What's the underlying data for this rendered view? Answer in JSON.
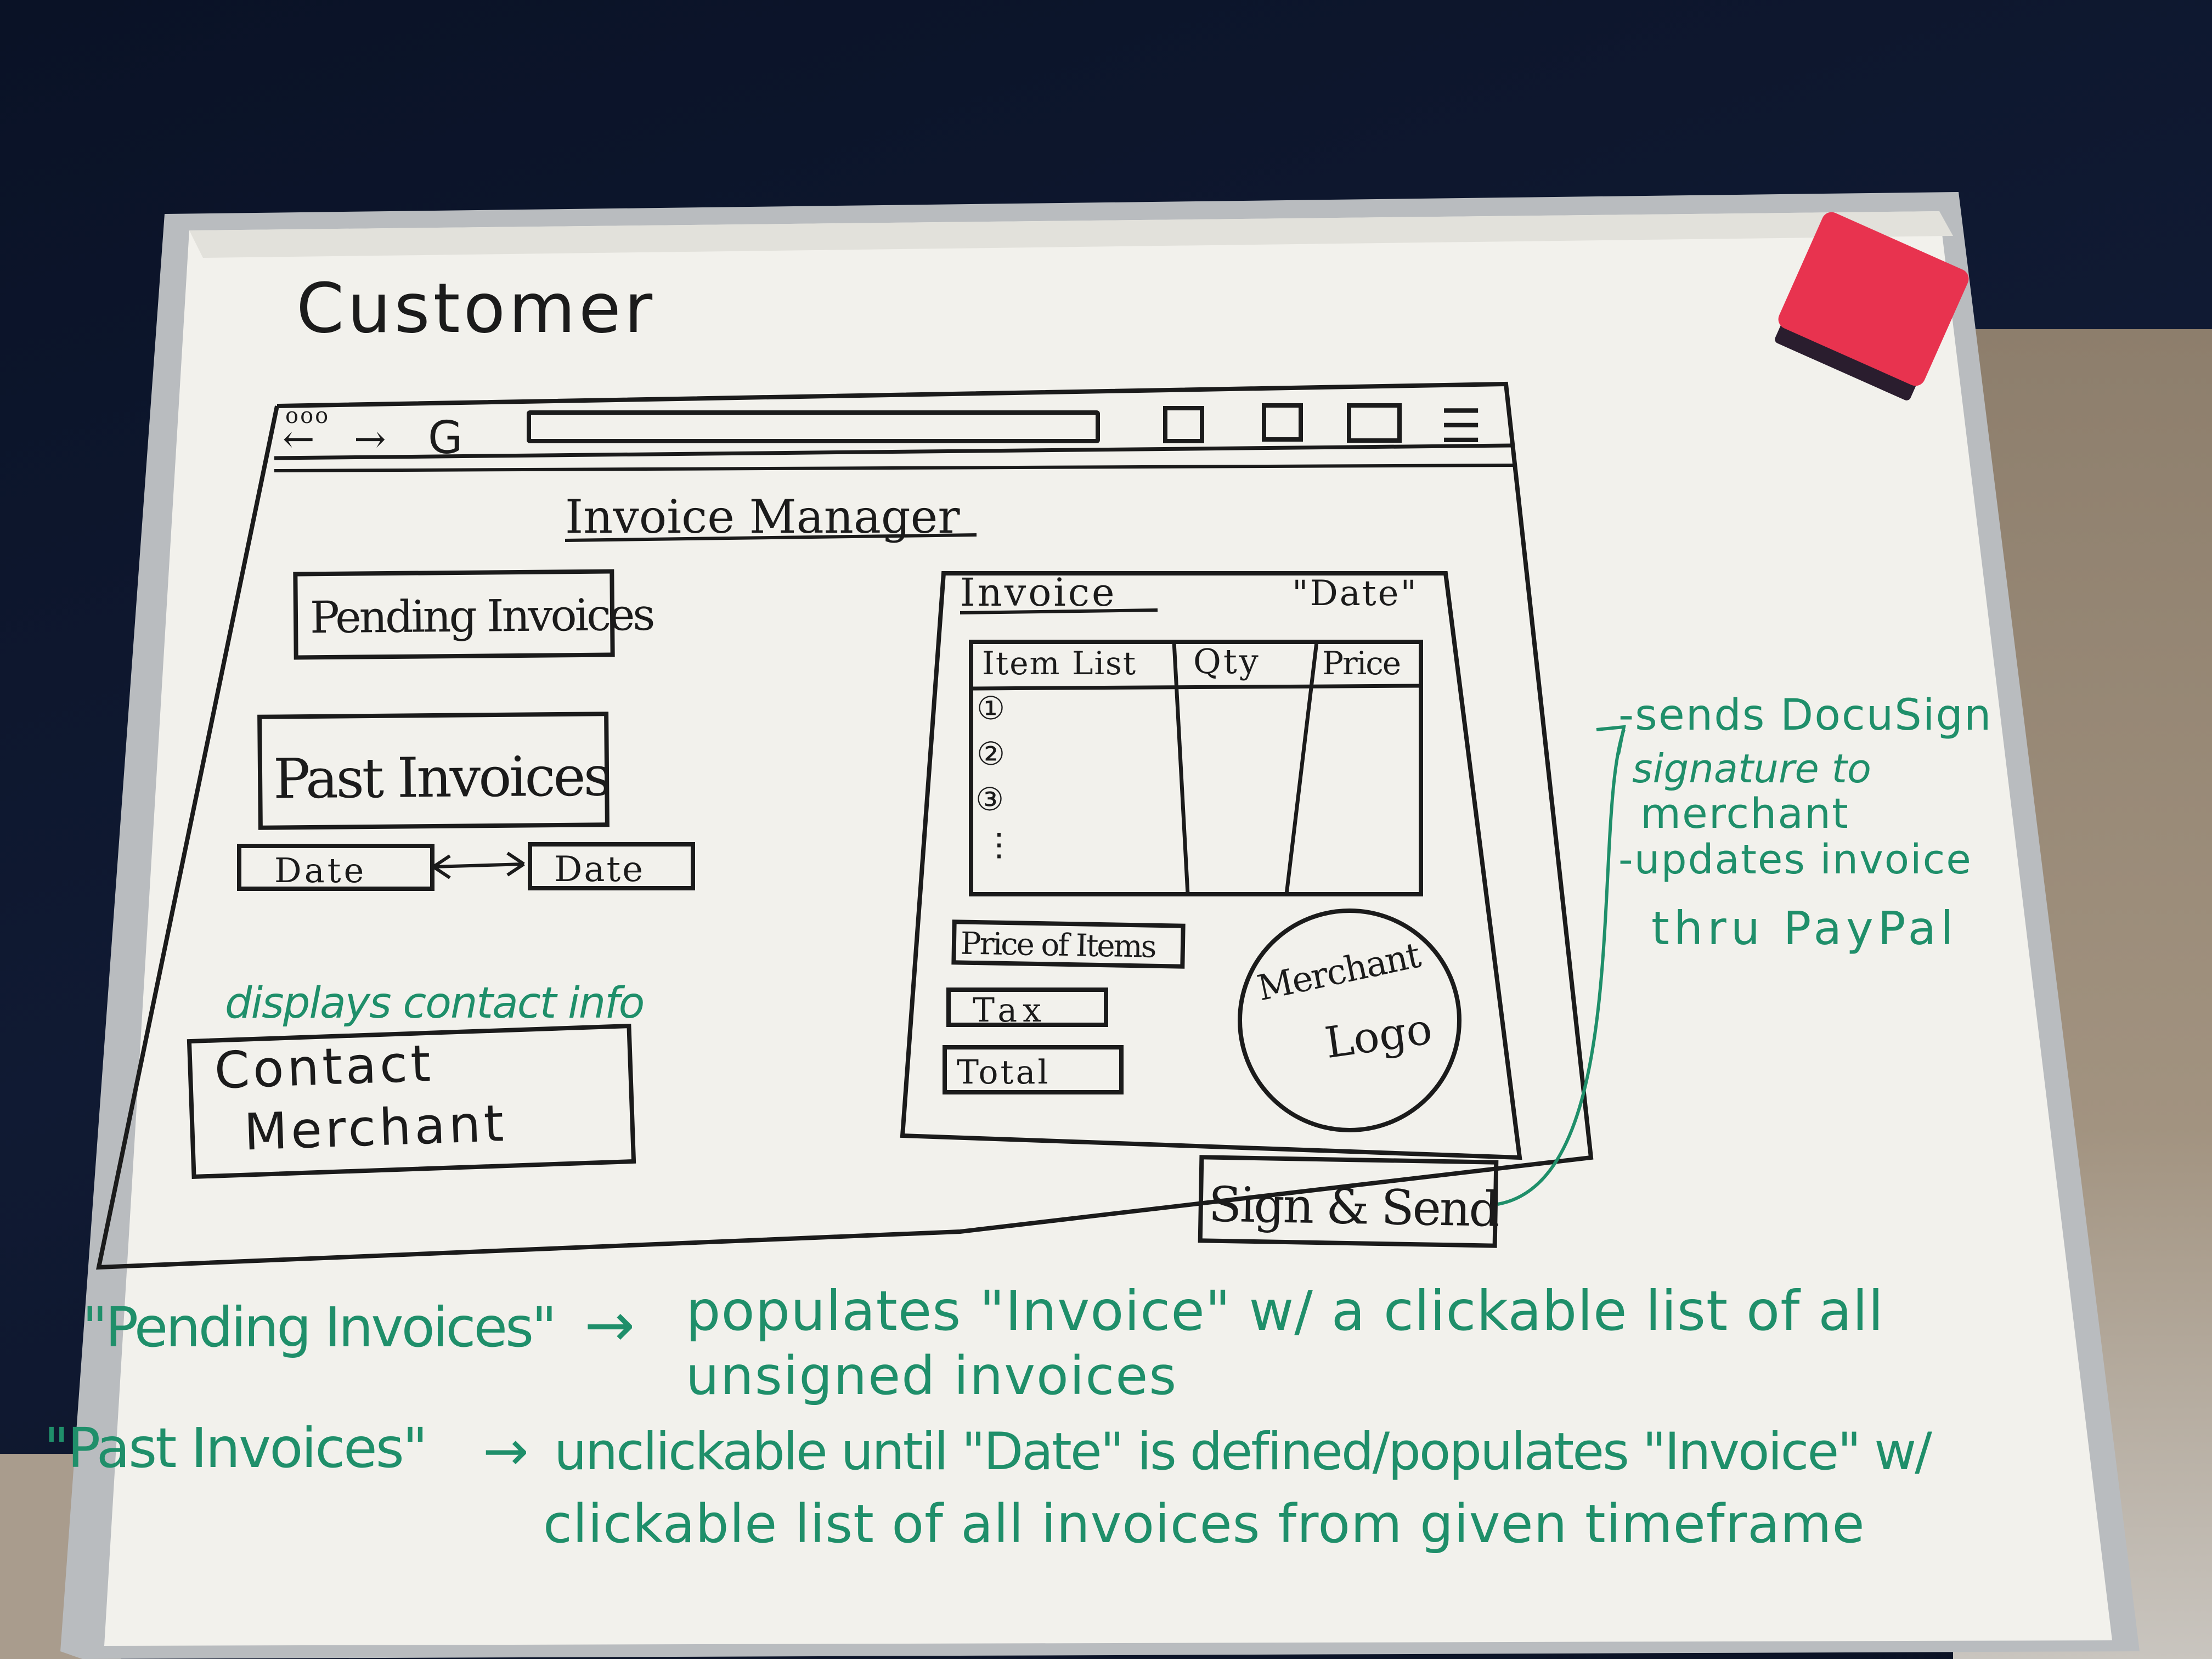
{
  "whiteboard": {
    "heading": "Customer"
  },
  "browser": {
    "window_dots": "ooo",
    "back_glyph": "←",
    "forward_glyph": "→",
    "reload_glyph": "G",
    "menu_glyph": "☰"
  },
  "app": {
    "title": "Invoice Manager",
    "pending_button": "Pending Invoices",
    "past_button": "Past Invoices",
    "date_from": "Date",
    "date_range_glyph": "<——>",
    "date_to": "Date",
    "contact_note": "displays contact info",
    "contact_button_line1": "Contact",
    "contact_button_line2": "Merchant",
    "sign_send_button": "Sign & Send"
  },
  "invoice_panel": {
    "title": "Invoice",
    "date_label": "\"Date\"",
    "columns": [
      "Item List",
      "Qty",
      "Price"
    ],
    "rows": [
      "①",
      "②",
      "③",
      "⋮"
    ],
    "price_of_items": "Price of Items",
    "tax": "Tax",
    "total": "Total",
    "logo_line1": "Merchant",
    "logo_line2": "Logo"
  },
  "annotations": {
    "sign_send_line1": "-sends DocuSign",
    "sign_send_line2": "signature to",
    "sign_send_line3": "merchant",
    "sign_send_line4": "-updates invoice",
    "sign_send_line5": "thru PayPal",
    "pending_label": "\"Pending Invoices\"",
    "pending_arrow": "→",
    "pending_desc_line1": "populates \"Invoice\" w/ a clickable list of all",
    "pending_desc_line2": "unsigned invoices",
    "past_label": "\"Past Invoices\"",
    "past_arrow": "→",
    "past_desc_line1": "unclickable until \"Date\" is defined/populates \"Invoice\" w/",
    "past_desc_line2": "clickable list of all invoices from given timeframe"
  },
  "colors": {
    "marker_black": "#1b1b1b",
    "marker_green": "#1f8f6a",
    "eraser_red": "#e8334f",
    "whiteboard": "#f2f1ec",
    "frame": "#b9bcbf",
    "background": "#0b1324"
  }
}
